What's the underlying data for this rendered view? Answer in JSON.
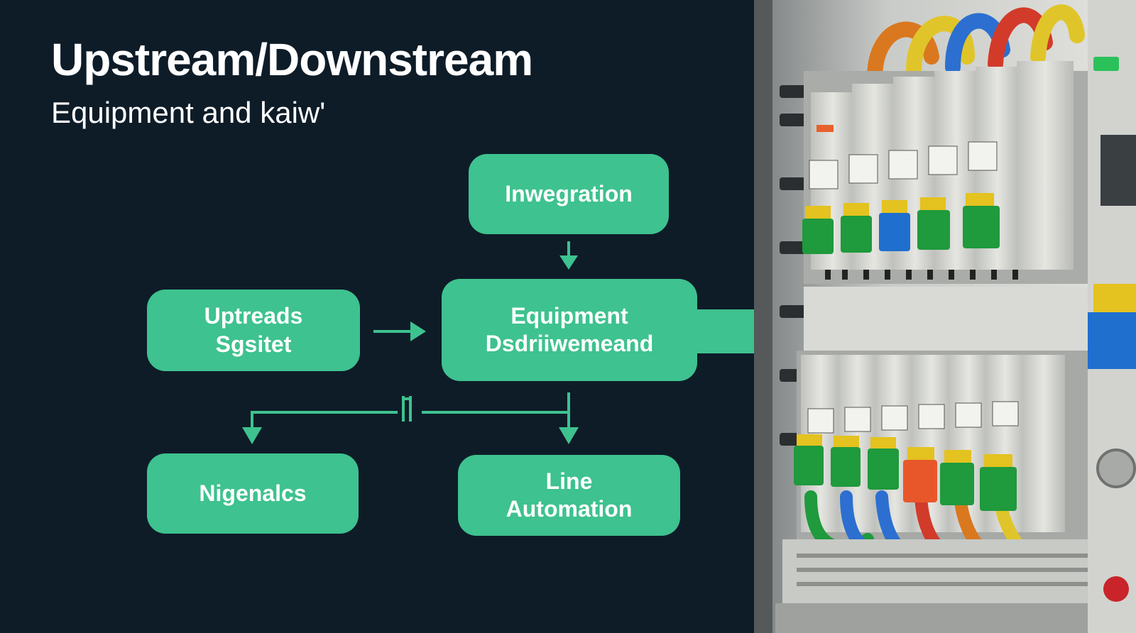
{
  "header": {
    "title": "Upstream/Downstream",
    "subtitle": "Equipment and  kaiw'"
  },
  "nodes": {
    "integration": {
      "label": "Inwegration"
    },
    "upstream": {
      "lines": [
        "Uptreads",
        "Sgsitet"
      ]
    },
    "equipment": {
      "lines": [
        "Equipment",
        "Dsdriiwemeand"
      ]
    },
    "nigenalcs": {
      "label": "Nigenalcs"
    },
    "line_automation": {
      "lines": [
        "Line",
        "Automation"
      ]
    }
  },
  "colors": {
    "background": "#0e1c28",
    "node_fill": "#3ec28f",
    "arrow": "#3ec28f",
    "text": "#ffffff"
  },
  "illustration": {
    "subject": "electrical-panel-circuit-breakers"
  }
}
